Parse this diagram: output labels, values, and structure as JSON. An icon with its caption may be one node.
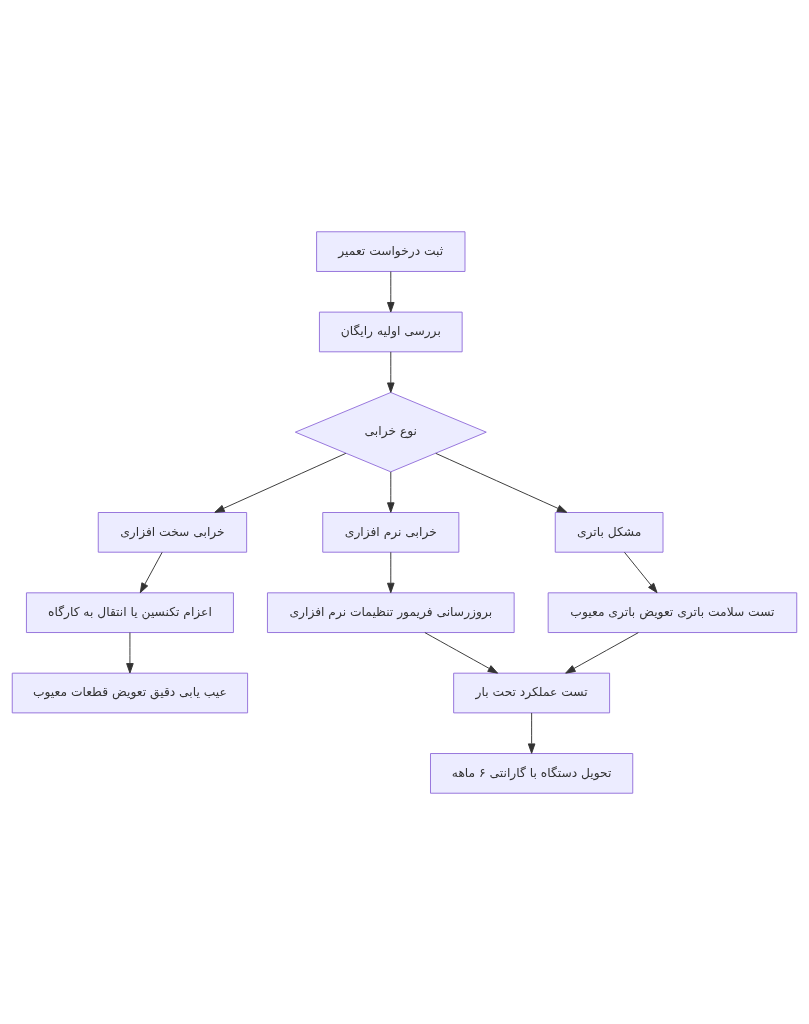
{
  "diagram": {
    "nodes": [
      {
        "text": [
          "ثبت درخواست تعمیر"
        ]
      },
      {
        "text": [
          "بررسی اولیه رایگان"
        ]
      },
      {
        "text": [
          "نوع خرابی"
        ]
      },
      {
        "text": [
          "خرابی سخت افزاری"
        ]
      },
      {
        "text": [
          "خرابی نرم افزاری"
        ]
      },
      {
        "text": [
          "مشکل باتری"
        ]
      },
      {
        "text": [
          "اعزام تکنسین یا انتقال به کارگاه"
        ]
      },
      {
        "text": [
          "بروزرسانی فریمور تنظیمات نرم افزاری"
        ]
      },
      {
        "text": [
          "تست سلامت باتری تعویض باتری معیوب"
        ]
      },
      {
        "text": [
          "عیب یابی دقیق تعویض قطعات معیوب"
        ]
      },
      {
        "text": [
          "تست عملکرد تحت بار"
        ]
      },
      {
        "text": [
          "تحویل دستگاه با گارانتی ۶ ماهه"
        ]
      }
    ],
    "edges": [
      {
        "from": 0,
        "to": 1,
        "arrow": "to"
      },
      {
        "from": 1,
        "to": 2,
        "arrow": "to"
      },
      {
        "from": 2,
        "to": 3,
        "arrow": "to"
      },
      {
        "from": 2,
        "to": 4,
        "arrow": "to"
      },
      {
        "from": 2,
        "to": 5,
        "arrow": "to"
      },
      {
        "from": 3,
        "to": 6,
        "arrow": "to"
      },
      {
        "from": 4,
        "to": 7,
        "arrow": "to"
      },
      {
        "from": 5,
        "to": 8,
        "arrow": "to"
      },
      {
        "from": 6,
        "to": 9,
        "arrow": "to"
      },
      {
        "from": 7,
        "to": 10,
        "arrow": "to"
      },
      {
        "from": 8,
        "to": 10,
        "arrow": "to"
      },
      {
        "from": 10,
        "to": 11,
        "arrow": "to"
      }
    ]
  }
}
